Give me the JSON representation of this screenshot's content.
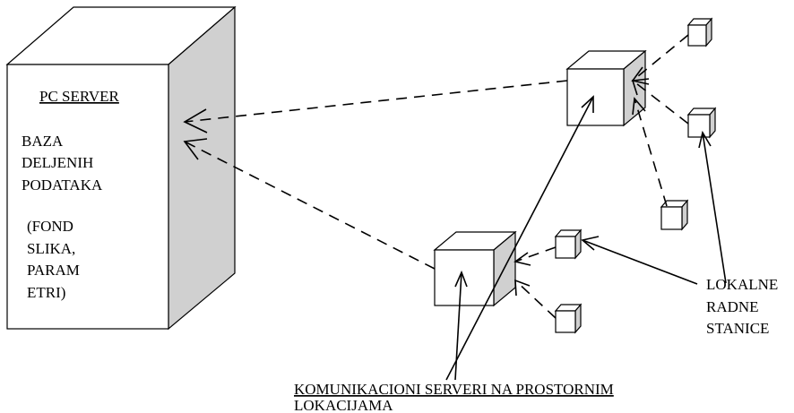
{
  "server": {
    "title": "PC SERVER",
    "line1": "BAZA",
    "line2": "DELJENIH",
    "line3": "PODATAKA",
    "note1": "(FOND",
    "note2": "SLIKA,",
    "note3": "PARAM",
    "note4": "ETRI)"
  },
  "stations_label": {
    "line1": "LOKALNE",
    "line2": "RADNE",
    "line3": "STANICE"
  },
  "comm_label": {
    "line1": "KOMUNIKACIONI SERVERI NA PROSTORNIM",
    "line2": "LOKACIJAMA"
  },
  "colors": {
    "shaded_face": "#d0d0d0",
    "line": "#000000",
    "background": "#ffffff"
  }
}
